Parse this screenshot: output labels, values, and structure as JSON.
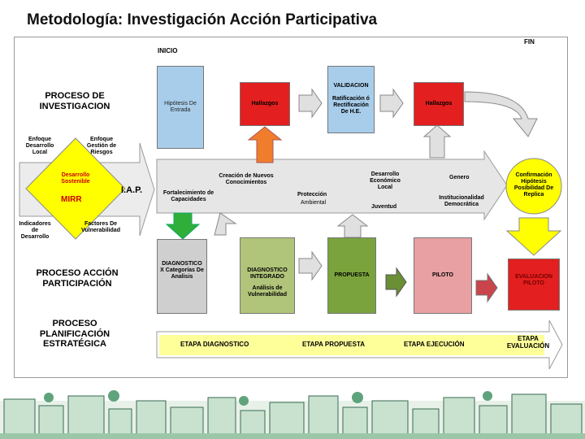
{
  "title": "Metodología: Investigación Acción Participativa",
  "labels": {
    "inicio": "INICIO",
    "fin": "FIN",
    "proceso_investigacion": "PROCESO DE INVESTIGACION",
    "proceso_accion": "PROCESO ACCIÓN PARTICIPACIÓN",
    "proceso_planificacion": "PROCESO PLANIFICACIÓN ESTRATÉGICA",
    "iap": "I.A.P."
  },
  "diamond": {
    "top_left": "Enfoque Desarrollo Local",
    "top_right": "Enfoque Gestión de Riesgos",
    "center": "Desarrollo Sostenible",
    "mirr": "MIRR",
    "bottom_left": "Indicadores de Desarrollo",
    "bottom_right": "Factores De Vulnerabilidad"
  },
  "top_row": {
    "hipotesis": "Hipótesis De Entrada",
    "hallazgos1": "Hallazgos",
    "validacion_title": "VALIDACION",
    "validacion_body": "Ratificación ó Rectificación De H.E.",
    "hallazgos2": "Hallazgos"
  },
  "middle_band": {
    "fortalecimiento": "Fortalecimiento de Capacidades",
    "creacion": "Creación de Nuevos Conocimientos",
    "proteccion": "Protección",
    "ambiental": "Ambiental",
    "desarrollo_economico": "Desarrollo Económico Local",
    "juventud": "Juventud",
    "genero": "Genero",
    "institucionalidad": "Institucionalidad Democrática",
    "confirmacion": "Confirmación Hipótesis Posibilidad De Replica"
  },
  "bottom_row": {
    "diagnostico": "DIAGNOSTICO X Categorías De Analisis",
    "diag_integrado": "DIAGNOSTICO INTEGRADO",
    "analisis": "Análisis de Vulnerabilidad",
    "propuesta": "PROPUESTA",
    "piloto": "PILOTO",
    "evaluacion": "EVALUACION PILOTO"
  },
  "stages": {
    "diagnostico": "ETAPA DIAGNOSTICO",
    "propuesta": "ETAPA PROPUESTA",
    "ejecucion": "ETAPA EJECUCIÓN",
    "evaluacion": "ETAPA EVALUACIÓN"
  },
  "colors": {
    "yellow": "#ffff00",
    "red": "#e31f1f",
    "blue": "#a8cdea",
    "green": "#7aa33d",
    "olive": "#b0c47a",
    "pink": "#e8a0a3",
    "orange": "#f07d2b"
  }
}
